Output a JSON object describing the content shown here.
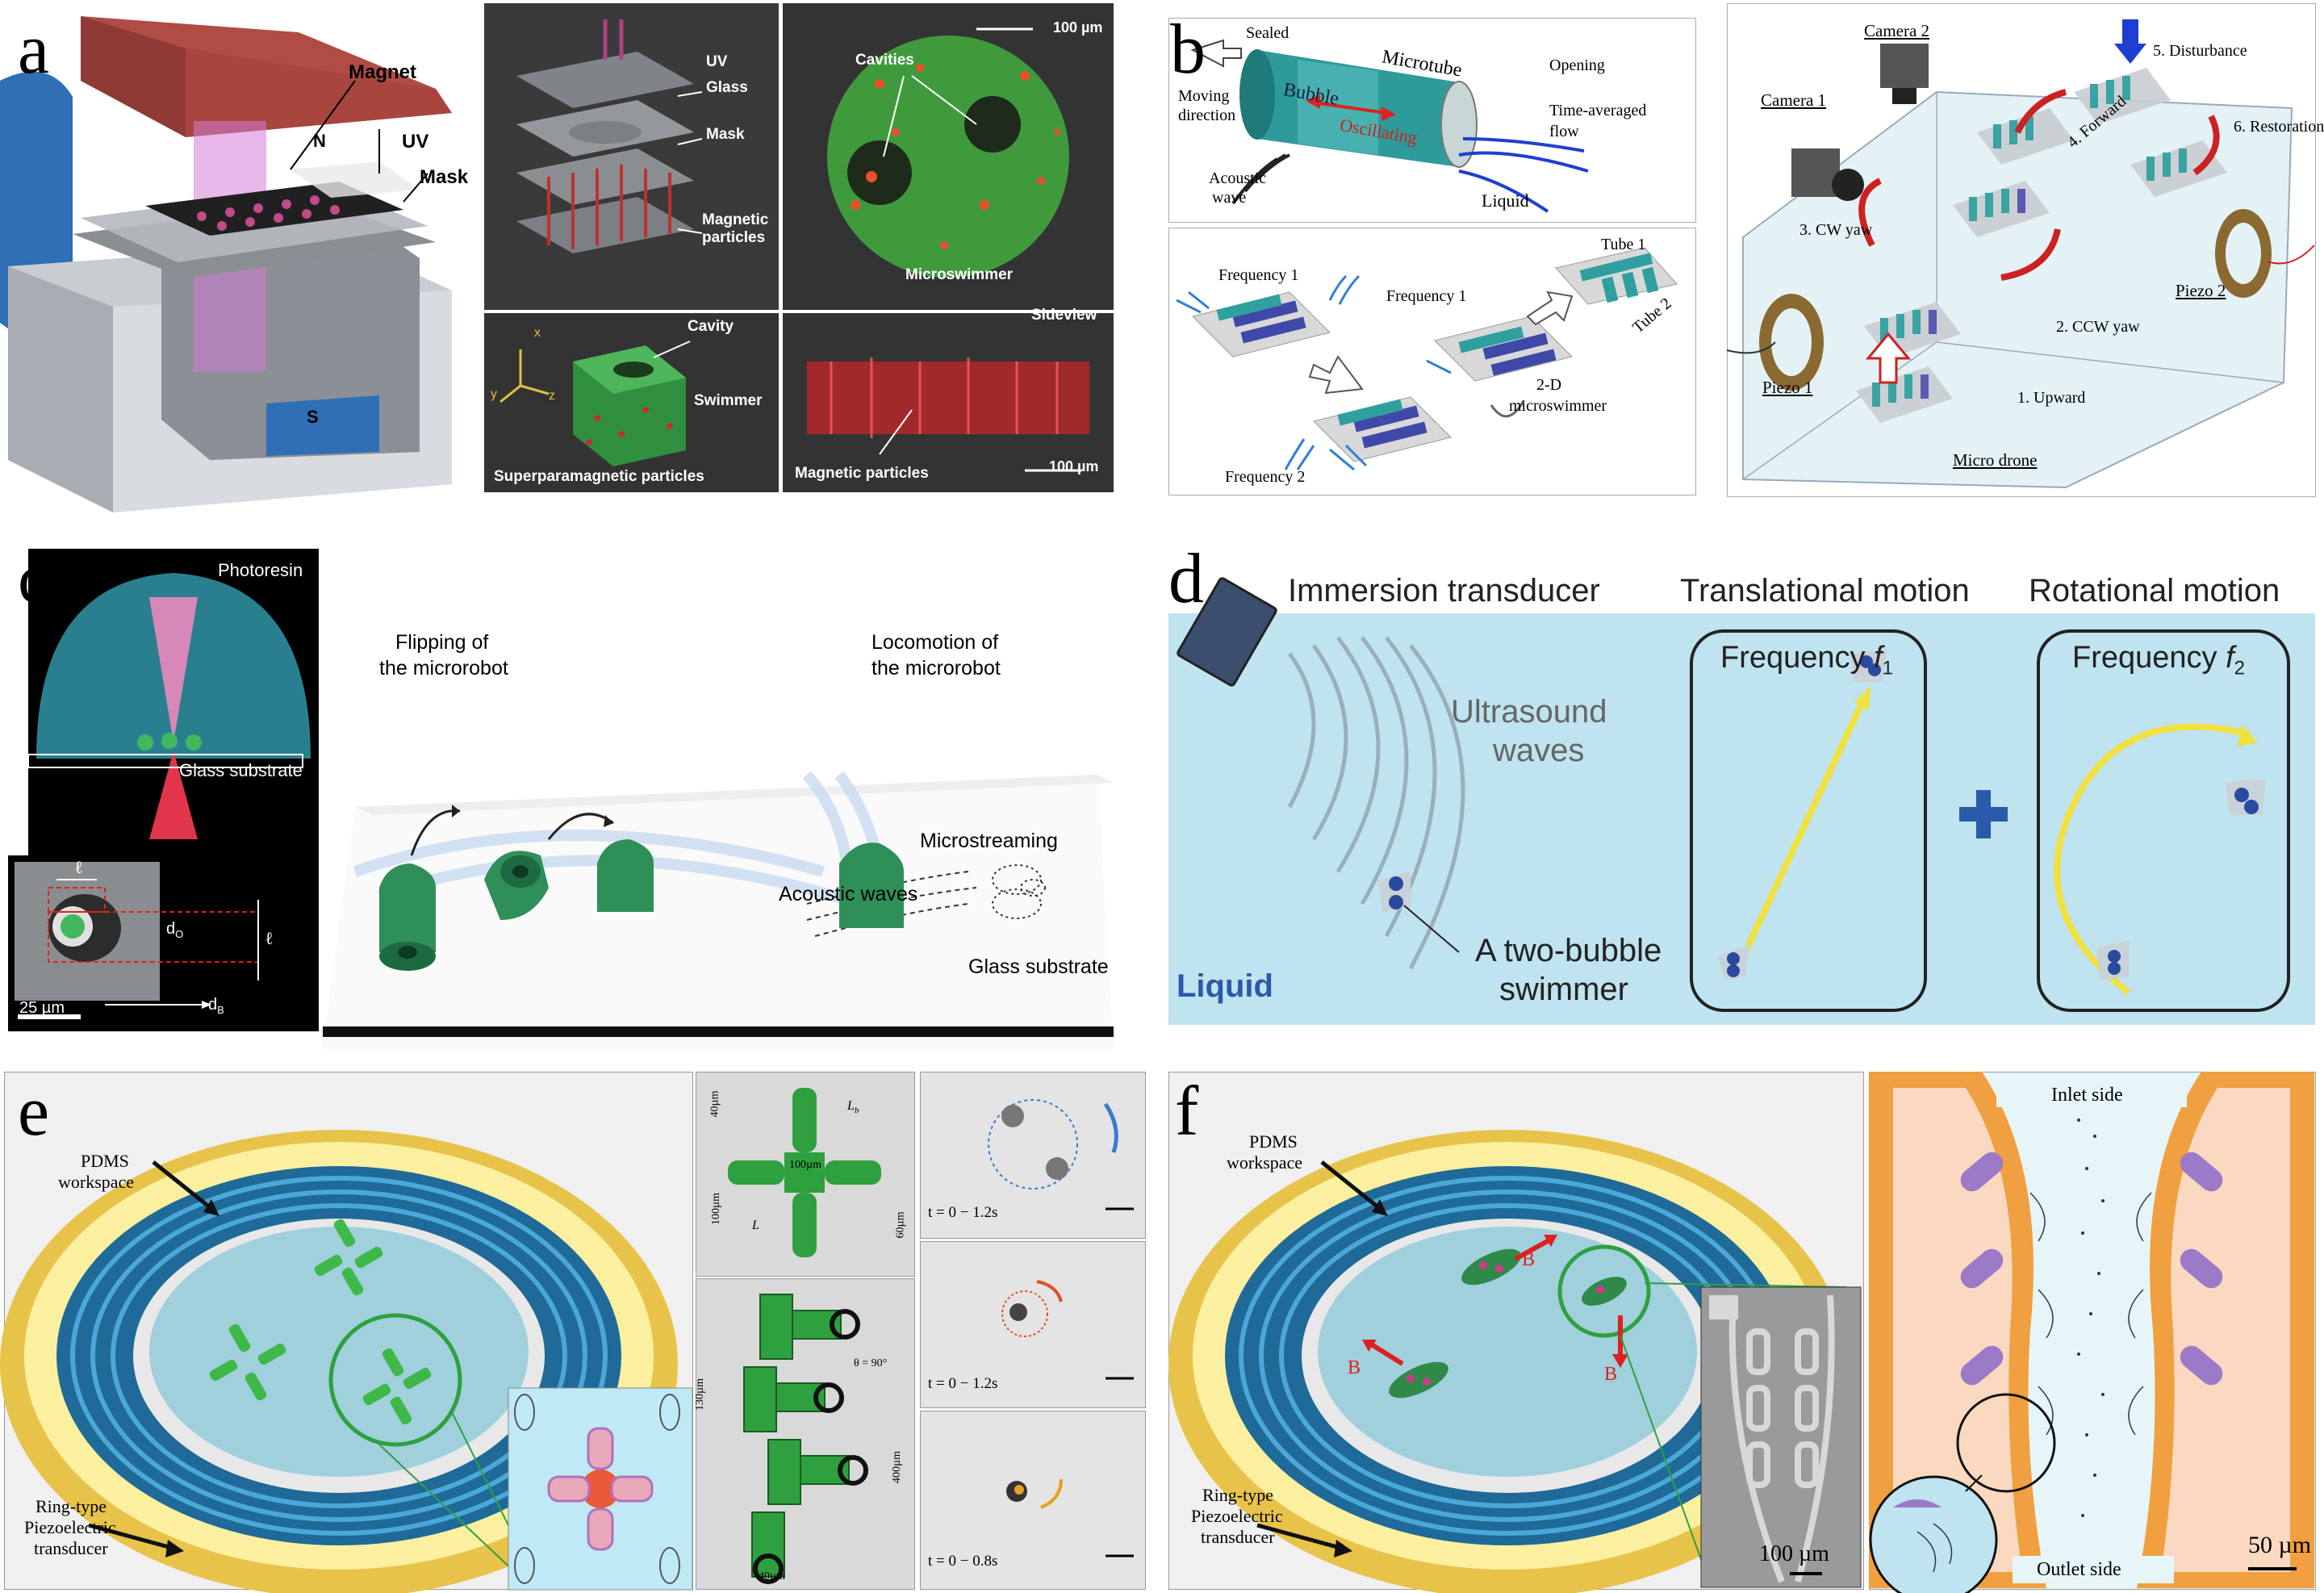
{
  "panels": {
    "a": {
      "letter": "a",
      "labels": {
        "magnet": "Magnet",
        "uv": "UV",
        "mask": "Mask",
        "n": "N",
        "s": "S"
      },
      "exploded": {
        "uv": "UV",
        "glass": "Glass",
        "mask": "Mask",
        "particles": "Magnetic particles"
      },
      "fluor": {
        "scale": "100 µm",
        "cavities": "Cavities",
        "caption": "Microswimmer"
      },
      "swimmer": {
        "cavity": "Cavity",
        "swimmer": "Swimmer",
        "caption": "Superparamagnetic particles",
        "x": "x",
        "y": "y",
        "z": "z"
      },
      "side": {
        "title": "Sideview",
        "particles": "Magnetic particles",
        "scale": "100 µm"
      }
    },
    "b": {
      "letter": "b",
      "tube": {
        "sealed": "Sealed",
        "moving1": "Moving",
        "moving2": "direction",
        "bubble": "Bubble",
        "microtube": "Microtube",
        "oscillating": "Oscillating",
        "opening": "Opening",
        "flow1": "Time-averaged",
        "flow2": "flow",
        "acoustic1": "Acoustic",
        "acoustic2": "wave",
        "liquid": "Liquid"
      },
      "freq": {
        "f1a": "Frequency 1",
        "f1b": "Frequency 1",
        "f2": "Frequency 2",
        "tube1": "Tube 1",
        "tube2": "Tube 2",
        "ms1": "2-D",
        "ms2": "microswimmer"
      },
      "drone": {
        "camera1": "Camera 1",
        "camera2": "Camera 2",
        "disturbance": "5. Disturbance",
        "forward": "4. Forward",
        "restoration": "6. Restoration",
        "cw": "3. CW yaw",
        "ccw": "2. CCW yaw",
        "upward": "1. Upward",
        "piezo1": "Piezo 1",
        "piezo2": "Piezo 2",
        "drone": "Micro drone"
      }
    },
    "c": {
      "letter": "c",
      "photoresin": "Photoresin",
      "glass": "Glass substrate",
      "dim_l": "ℓ",
      "dim_l2": "ℓ",
      "dim_do": "d",
      "dim_do_sub": "O",
      "dim_db": "d",
      "dim_db_sub": "B",
      "scale": "25 µm",
      "flip1": "Flipping of",
      "flip2": "the microrobot",
      "loco1": "Locomotion of",
      "loco2": "the microrobot",
      "microstreaming": "Microstreaming",
      "acoustic": "Acoustic waves",
      "glass2": "Glass substrate"
    },
    "d": {
      "letter": "d",
      "transducer": "Immersion transducer",
      "translational": "Translational motion",
      "rotational": "Rotational motion",
      "ultra1": "Ultrasound",
      "ultra2": "waves",
      "freq1": "Frequency ",
      "f1": "f",
      "f1sub": "1",
      "freq2": "Frequency ",
      "f2": "f",
      "f2sub": "2",
      "swim1": "A two-bubble",
      "swim2": "swimmer",
      "liquid": "Liquid"
    },
    "e": {
      "letter": "e",
      "pdms1": "PDMS",
      "pdms2": "workspace",
      "ring1": "Ring-type",
      "ring2": "Piezoelectric",
      "ring3": "transducer",
      "dims": {
        "d40": "40µm",
        "d100a": "100µm",
        "d60": "60µm",
        "d100b": "100µm",
        "lb": "L",
        "lbsub": "b",
        "l": "L",
        "d130": "130µm",
        "theta": "θ = 90°",
        "d400": "400µm",
        "d40b": "40µm"
      },
      "times": [
        "t = 0 − 1.2s",
        "t = 0 − 1.2s",
        "t = 0 − 0.8s"
      ]
    },
    "f": {
      "letter": "f",
      "pdms1": "PDMS",
      "pdms2": "workspace",
      "ring1": "Ring-type",
      "ring2": "Piezoelectric",
      "ring3": "transducer",
      "b1": "B",
      "b2": "B",
      "b3": "B",
      "sem_scale": "100 µm",
      "inlet": "Inlet side",
      "outlet": "Outlet side",
      "scale": "50 µm"
    }
  },
  "colors": {
    "magnet_red": "#a8453f",
    "magnet_blue": "#2f6fb5",
    "fluor_green": "#3f9a3c",
    "tube_teal": "#2f9a9a",
    "liquid_blue": "#bfe3ef",
    "swimmer_green": "#2f8f58",
    "piezo_gold": "#e8c34a",
    "ring_blue": "#2a86b8",
    "sheath_orange": "#f0a040",
    "purple": "#9b7ac8"
  }
}
